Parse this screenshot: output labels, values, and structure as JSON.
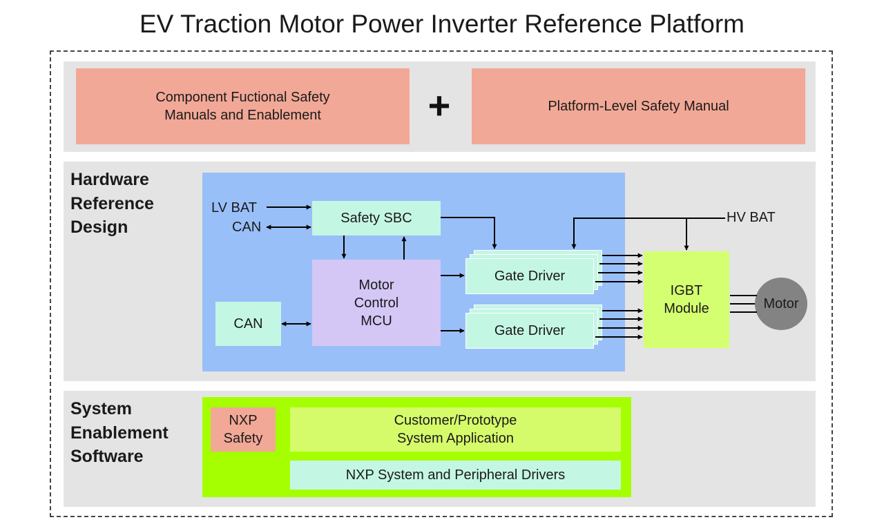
{
  "title": "EV Traction Motor Power Inverter Reference Platform",
  "top": {
    "left_box": "Component Fuctional Safety\nManuals and Enablement",
    "plus": "+",
    "right_box": "Platform-Level Safety Manual"
  },
  "hardware": {
    "section_label": "Hardware\nReference\nDesign",
    "lv_bat": "LV BAT",
    "can_top": "CAN",
    "safety_sbc": "Safety SBC",
    "mcu": "Motor\nControl\nMCU",
    "can_box": "CAN",
    "gate_driver_1": "Gate Driver",
    "gate_driver_2": "Gate Driver",
    "hv_bat": "HV BAT",
    "igbt": "IGBT\nModule",
    "motor": "Motor"
  },
  "software": {
    "section_label": "System\nEnablement\nSoftware",
    "nxp_safety": "NXP\nSafety",
    "customer_app": "Customer/Prototype\nSystem Application",
    "drivers": "NXP System and Peripheral Drivers"
  }
}
